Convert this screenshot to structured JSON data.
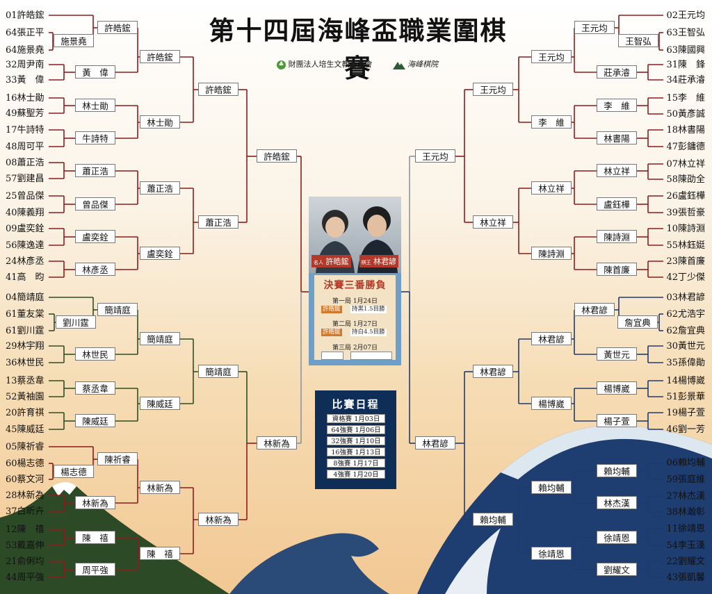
{
  "title": "第十四屆海峰盃職業圍棋賽",
  "sponsor": "財團法人培生文教基金會",
  "organizer": "海峰棋院",
  "colors": {
    "red": "#8b1c1c",
    "blue": "#1f3b6e",
    "green": "#2f4d22",
    "silver": "#8c959c",
    "line": "#222222"
  },
  "left_players": [
    "01許皓鋐",
    "64張正平",
    "64施景堯",
    "32周尹南",
    "33黃　偉",
    "16林士勛",
    "49蘇聖芳",
    "17牛詩特",
    "48周可平",
    "08蕭正浩",
    "57劉建昌",
    "25曾品傑",
    "40陳義翔",
    "09盧奕銓",
    "56陳逸達",
    "24林彥丞",
    "41高　昀",
    "04簡靖庭",
    "61董友棠",
    "61劉川霆",
    "29林宇翔",
    "36林世民",
    "13蔡丞韋",
    "52黃袖園",
    "20許育祺",
    "45陳威廷",
    "05陳祈睿",
    "60楊志德",
    "60蔡文河",
    "28林新為",
    "37白昕卉",
    "12陳　禧",
    "53戴嘉伸",
    "21俞俐均",
    "44周平強"
  ],
  "right_players": [
    "02王元均",
    "63王智弘",
    "63陳國興",
    "31陳　鋒",
    "34莊承濬",
    "15李　維",
    "50黃彥誠",
    "18林書陽",
    "47彭鏞德",
    "07林立祥",
    "58陳劭全",
    "26盧鈺樺",
    "39張哲豪",
    "10陳詩淵",
    "55林鈺娗",
    "23陳首廉",
    "42丁少傑",
    "03林君諺",
    "62尤浩宇",
    "62詹宜典",
    "30黃世元",
    "35孫偉勛",
    "14楊博崴",
    "51彭景華",
    "19楊子萱",
    "46劉一芳",
    "06賴均輔",
    "59張庭維",
    "27林杰漢",
    "38林瀚彰",
    "11徐靖恩",
    "54李玉漢",
    "22劉耀文",
    "43張凱馨"
  ],
  "left_prelim": [
    "施景堯",
    "劉川霆",
    "楊志德"
  ],
  "right_prelim": [
    "王智弘",
    "詹宜典"
  ],
  "left_r1": [
    "許皓鋐",
    "黃　偉",
    "林士勛",
    "牛詩特",
    "蕭正浩",
    "曾品傑",
    "盧奕銓",
    "林彥丞",
    "簡靖庭",
    "林世民",
    "蔡丞韋",
    "陳威廷",
    "陳祈睿",
    "林新為",
    "陳　禧",
    "周平強"
  ],
  "left_r2": [
    "許皓鋐",
    "林士勛",
    "蕭正浩",
    "盧奕銓",
    "簡靖庭",
    "陳威廷",
    "林新為",
    "陳　禧"
  ],
  "left_r3": [
    "許皓鋐",
    "蕭正浩",
    "簡靖庭",
    "林新為"
  ],
  "left_r4": [
    "許皓鋐",
    "林新為"
  ],
  "right_r1": [
    "王元均",
    "莊承濬",
    "李　維",
    "林書陽",
    "林立祥",
    "盧鈺樺",
    "陳詩淵",
    "陳首廉",
    "林君諺",
    "黃世元",
    "楊博崴",
    "楊子萱",
    "賴均輔",
    "林杰漢",
    "徐靖恩",
    "劉耀文"
  ],
  "right_r2": [
    "王元均",
    "李　維",
    "林立祥",
    "陳詩淵",
    "林君諺",
    "楊博崴",
    "賴均輔",
    "徐靖恩"
  ],
  "right_r3": [
    "王元均",
    "林立祥",
    "林君諺",
    "賴均輔"
  ],
  "right_r4": [
    "王元均",
    "林君諺"
  ],
  "final": {
    "player_a_title": "名人",
    "player_a": "許皓鋐",
    "player_b_title": "棋王",
    "player_b": "林君諺",
    "heading": "決賽三番勝負",
    "games": [
      {
        "label": "第一局 1月24日",
        "winner": "許皓鋐",
        "result": "持黑1.5目勝"
      },
      {
        "label": "第二局 1月27日",
        "winner": "許皓鋐",
        "result": "持白4.5目勝"
      },
      {
        "label": "第三局 2月07日",
        "winner": "",
        "result": ""
      }
    ]
  },
  "schedule": {
    "title": "比賽日程",
    "rows": [
      "資格賽 1月03日",
      "64強賽 1月06日",
      "32強賽 1月10日",
      "16強賽 1月13日",
      "8強賽 1月17日",
      "4強賽 1月20日"
    ]
  }
}
